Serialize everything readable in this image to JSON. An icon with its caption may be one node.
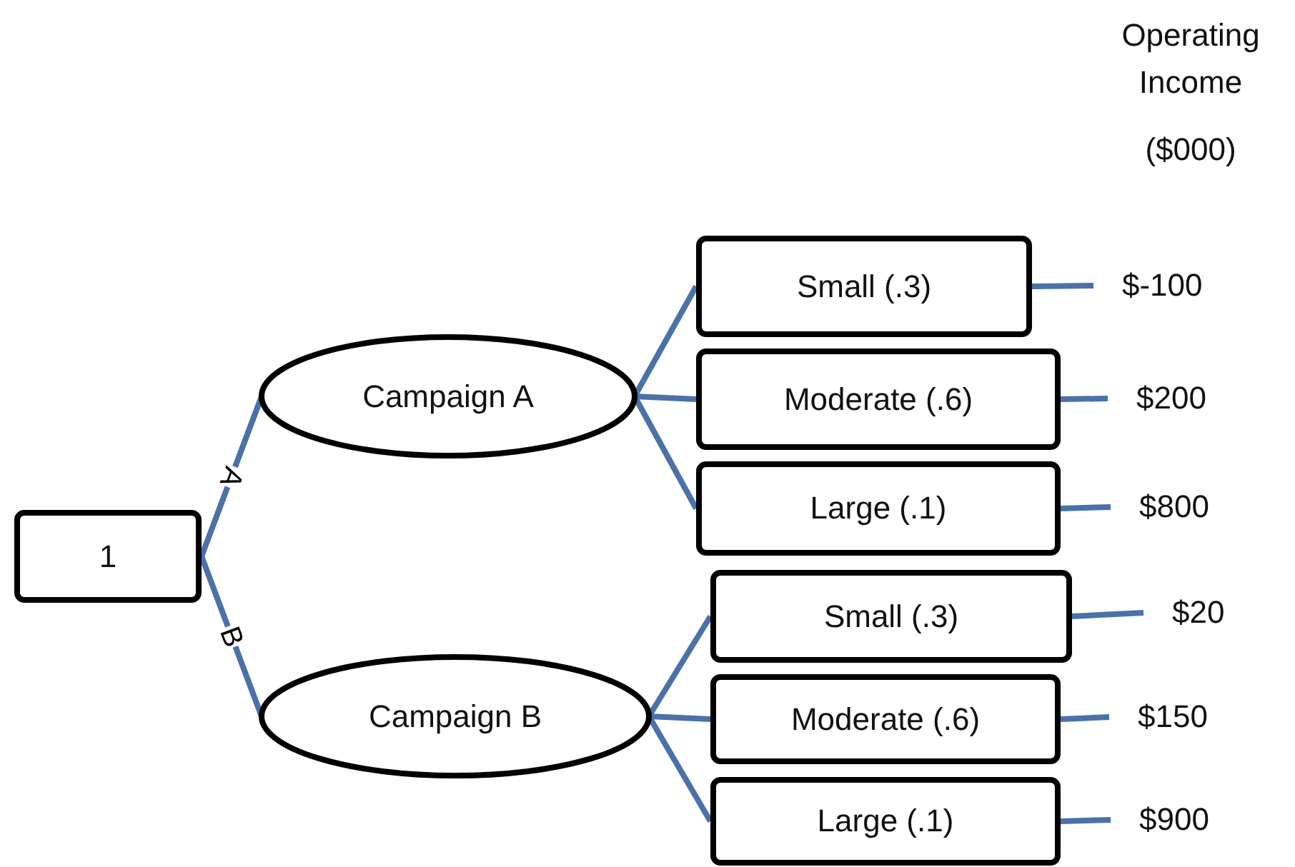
{
  "diagram": {
    "nodes": [
      {
        "text": [
          "1"
        ]
      },
      {
        "text": [
          "Campaign A"
        ]
      },
      {
        "text": [
          "Campaign  B"
        ]
      },
      {
        "text": [
          "Small (.3)"
        ]
      },
      {
        "text": [
          "Moderate (.6)"
        ]
      },
      {
        "text": [
          "Large (.1)"
        ]
      },
      {
        "text": [
          "Small (.3)"
        ]
      },
      {
        "text": [
          "Moderate (.6)"
        ]
      },
      {
        "text": [
          "Large (.1)"
        ]
      },
      {
        "text": [
          "$-100"
        ]
      },
      {
        "text": [
          "$200"
        ]
      },
      {
        "text": [
          "$800"
        ]
      },
      {
        "text": [
          "$20"
        ]
      },
      {
        "text": [
          "$150"
        ]
      },
      {
        "text": [
          "$900"
        ]
      }
    ],
    "edges": [
      {
        "from": 0,
        "to": 1,
        "arrow": "none",
        "label": "A"
      },
      {
        "from": 0,
        "to": 2,
        "arrow": "none",
        "label": "B"
      },
      {
        "from": 1,
        "to": 3,
        "arrow": "none"
      },
      {
        "from": 1,
        "to": 4,
        "arrow": "none"
      },
      {
        "from": 1,
        "to": 5,
        "arrow": "none"
      },
      {
        "from": 2,
        "to": 6,
        "arrow": "none"
      },
      {
        "from": 2,
        "to": 7,
        "arrow": "none"
      },
      {
        "from": 2,
        "to": 8,
        "arrow": "none"
      },
      {
        "from": 3,
        "to": 9,
        "arrow": "none"
      },
      {
        "from": 4,
        "to": 10,
        "arrow": "none"
      },
      {
        "from": 5,
        "to": 11,
        "arrow": "none"
      },
      {
        "from": 6,
        "to": 12,
        "arrow": "none"
      },
      {
        "from": 7,
        "to": 13,
        "arrow": "none"
      },
      {
        "from": 8,
        "to": 14,
        "arrow": "none"
      }
    ],
    "labels": [
      "Operating Income",
      "($000)"
    ]
  }
}
